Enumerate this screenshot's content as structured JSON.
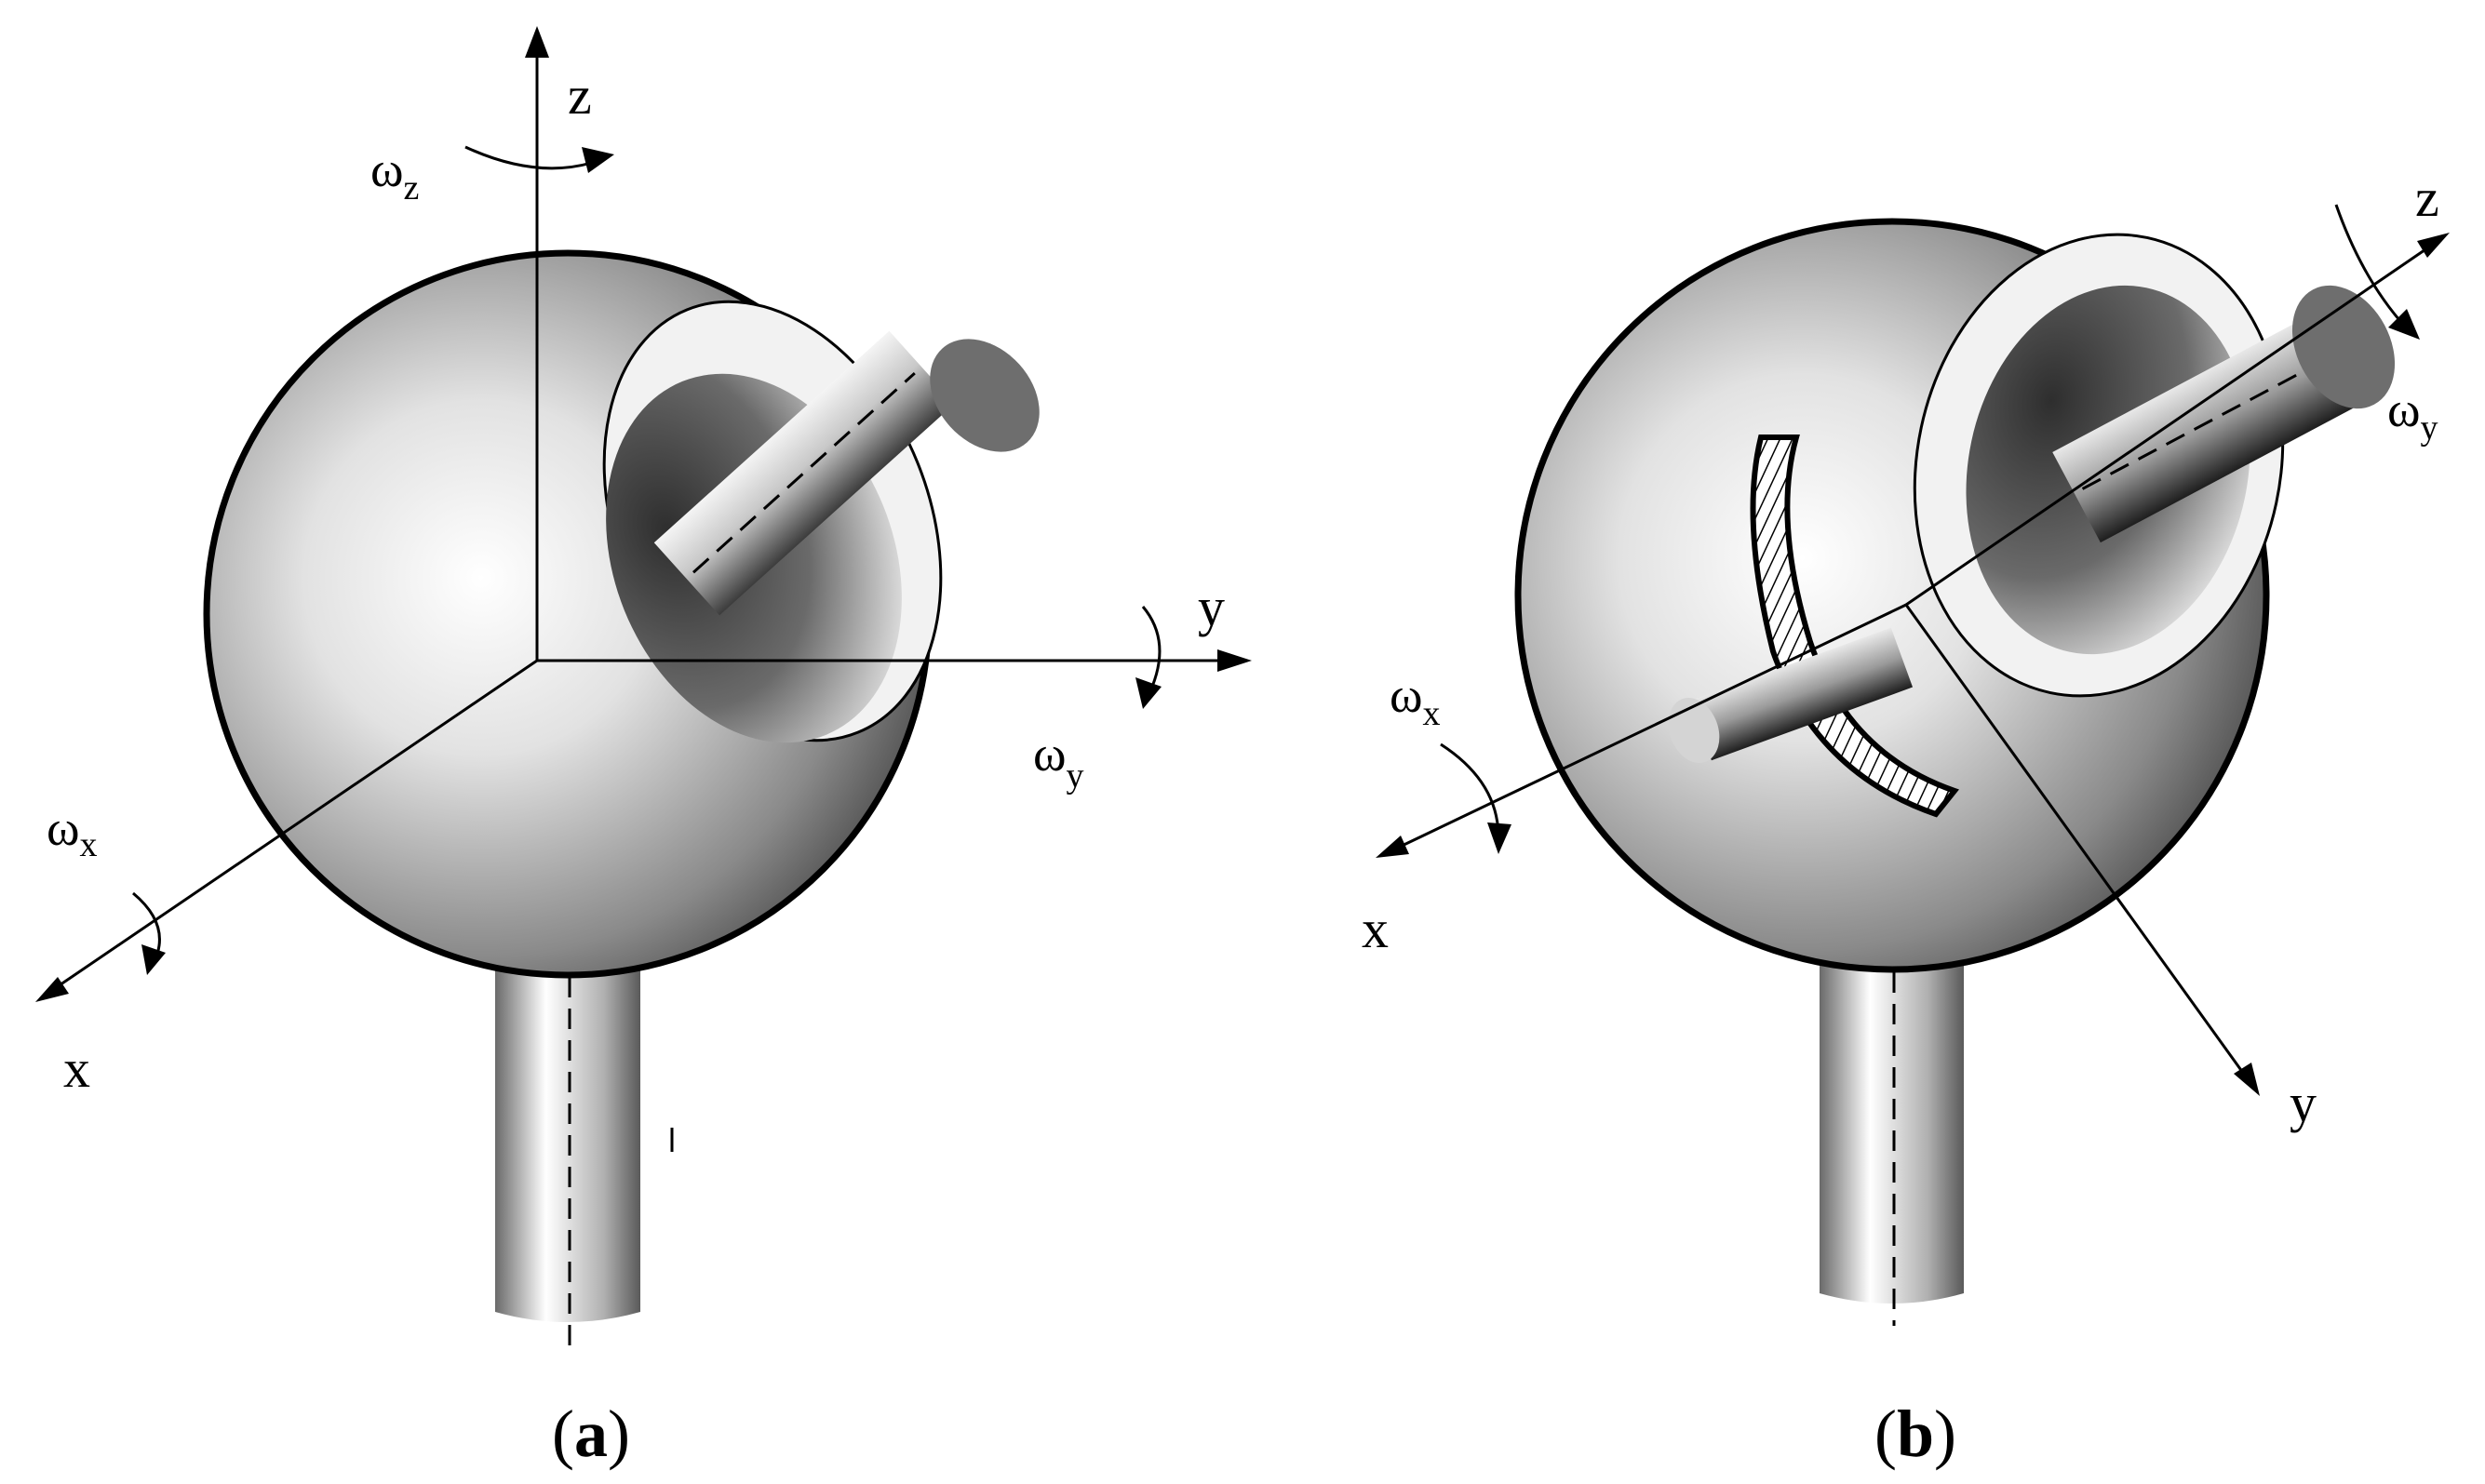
{
  "panel_a": {
    "axis_x": "x",
    "axis_y": "y",
    "axis_z": "z",
    "omega_symbol": "ω",
    "omega_x_sub": "x",
    "omega_y_sub": "y",
    "omega_z_sub": "z",
    "caption_open": "(",
    "caption_letter": "a",
    "caption_close": ")"
  },
  "panel_b": {
    "axis_x": "x",
    "axis_y": "y",
    "axis_z": "z",
    "omega_symbol": "ω",
    "omega_x_sub": "x",
    "omega_y_sub": "y",
    "caption_open": "(",
    "caption_letter": "b",
    "caption_close": ")"
  },
  "colors": {
    "sphere_light": "#ffffff",
    "sphere_dark": "#3a3a3a",
    "socket_dark": "#505050",
    "rod_end": "#6e6e6e"
  }
}
